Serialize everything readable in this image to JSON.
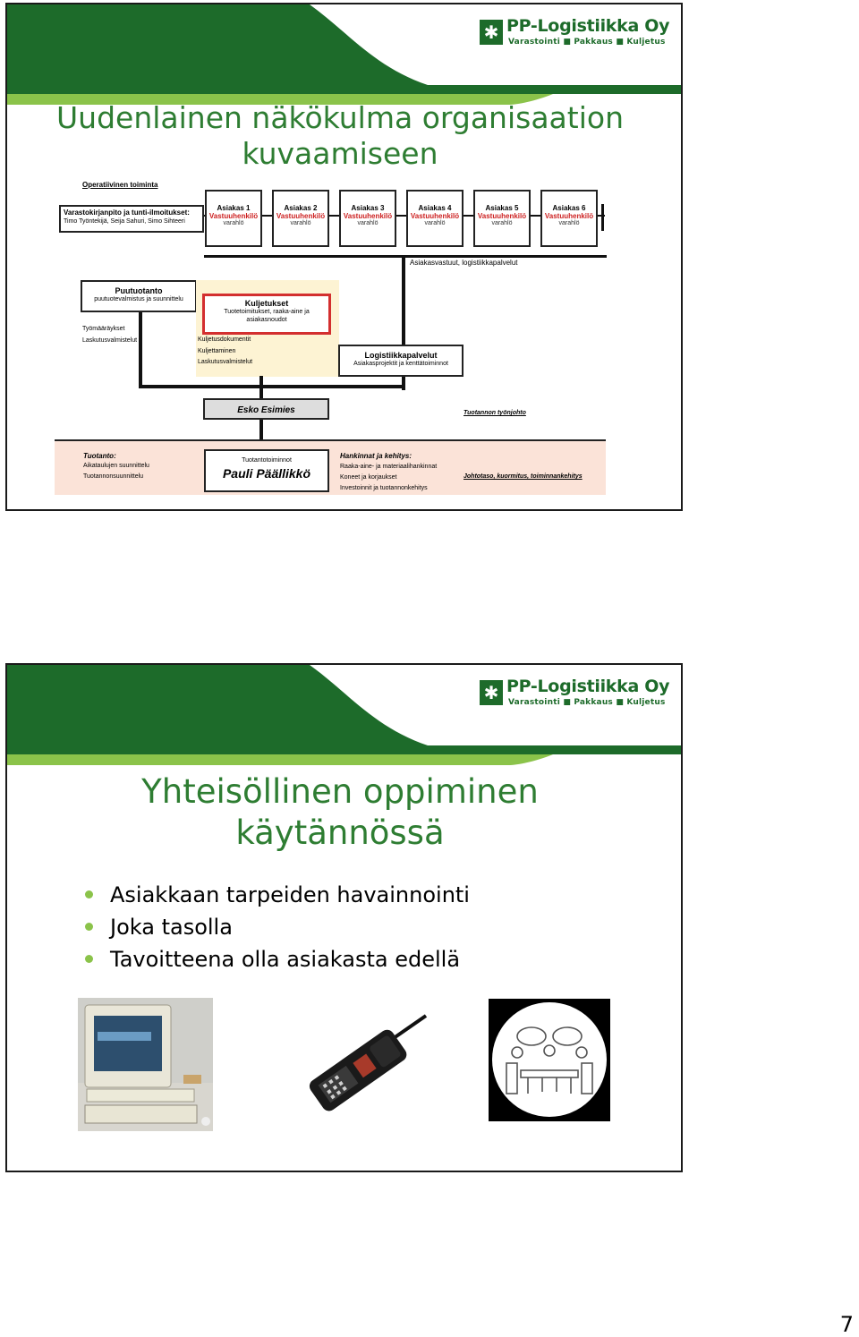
{
  "brand": {
    "name": "PP-Logistiikka Oy",
    "tagline": "Varastointi ■ Pakkaus ■ Kuljetus",
    "colors": {
      "dark_green": "#1d6b2a",
      "light_green": "#8bc34a",
      "title_green": "#2e7d32"
    }
  },
  "slide1": {
    "title": "Uudenlainen näkökulma organisaation kuvaamiseen",
    "org": {
      "operative": "Operatiivinen toiminta",
      "warehouse_title": "Varastokirjanpito ja tunti-ilmoitukset:",
      "warehouse_people": "Timo Työntekijä, Seija Sahuri, Simo Sihteeri",
      "customers": [
        {
          "name": "Asiakas 1",
          "role": "Vastuuhenkilö",
          "backup": "varahlö"
        },
        {
          "name": "Asiakas 2",
          "role": "Vastuuhenkilö",
          "backup": "varahlö"
        },
        {
          "name": "Asiakas 3",
          "role": "Vastuuhenkilö",
          "backup": "varahlö"
        },
        {
          "name": "Asiakas 4",
          "role": "Vastuuhenkilö",
          "backup": "varahlö"
        },
        {
          "name": "Asiakas 5",
          "role": "Vastuuhenkilö",
          "backup": "varahlö"
        },
        {
          "name": "Asiakas 6",
          "role": "Vastuuhenkilö",
          "backup": "varahlö"
        }
      ],
      "customer_note": "Asiakasvastuut, logistiikkapalvelut",
      "wood_title": "Puutuotanto",
      "wood_sub": "puutuotevalmistus ja suunnittelu",
      "wood_items": [
        "Työmääräykset",
        "Laskutusvalmistelut"
      ],
      "transport_title": "Kuljetukset",
      "transport_sub": "Tuotetoimitukset, raaka-aine ja asiakasnoudot",
      "transport_items": [
        "Kuljetusdokumentit",
        "Kuljettaminen",
        "Laskutusvalmistelut"
      ],
      "logistics_title": "Logistiikkapalvelut",
      "logistics_sub": "Asiakasprojektit ja kenttätoiminnot",
      "supervisor": "Esko Esimies",
      "production_lead": "Tuotannon työnjohto",
      "production_title": "Tuotanto:",
      "production_items": [
        "Aikataulujen suunnittelu",
        "Tuotannonsuunnittelu"
      ],
      "manager_role": "Tuotantotoiminnot",
      "manager_name": "Pauli Päällikkö",
      "procurement_title": "Hankinnat ja kehitys:",
      "procurement_items": [
        "Raaka-aine- ja materiaalihankinnat",
        "Koneet ja korjaukset",
        "Investoinnit ja tuotannonkehitys"
      ],
      "management": "Johtotaso, kuormitus, toiminnankehitys"
    }
  },
  "slide2": {
    "title": "Yhteisöllinen oppiminen käytännössä",
    "bullets": [
      "Asiakkaan tarpeiden havainnointi",
      "Joka tasolla",
      "Tavoitteena olla asiakasta edellä"
    ]
  },
  "page_number": "7"
}
